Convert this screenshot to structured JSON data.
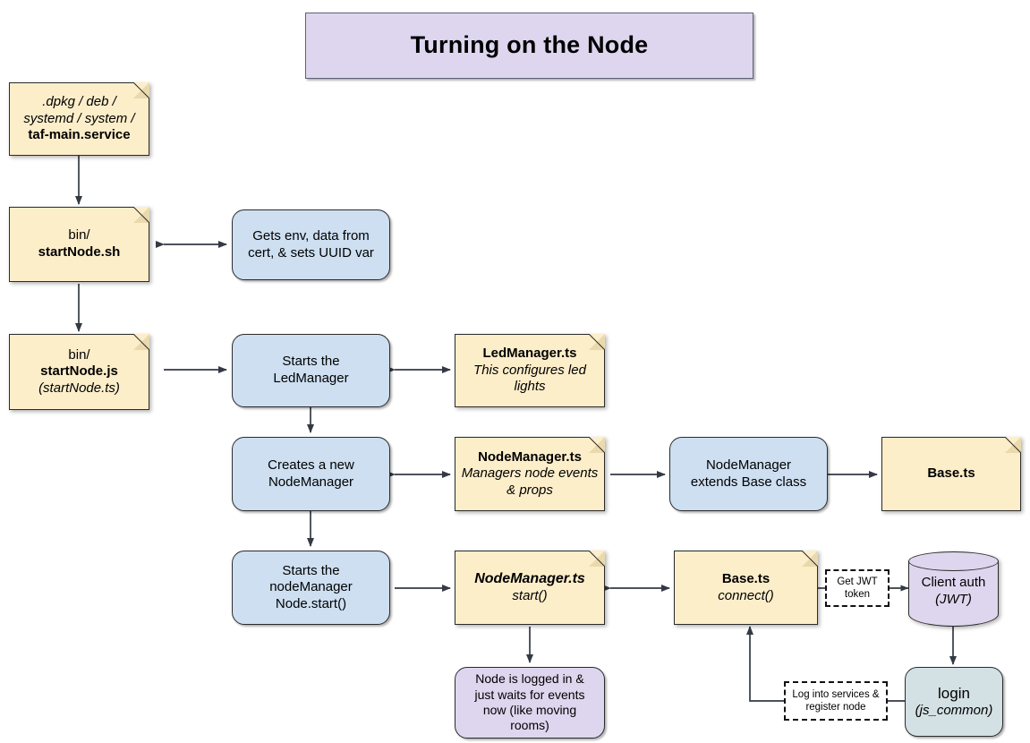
{
  "title": {
    "text": "Turning on the Node",
    "bg": "#ded6ee"
  },
  "palette": {
    "note_yellow": "#fdeeca",
    "process_blue": "#cddff1",
    "accent_purple": "#ded6ee",
    "accent_teal": "#d3e0e4",
    "stroke": "#2b2b2b",
    "canvas": "#ffffff"
  },
  "nodes": {
    "service_unit": {
      "line1": ".dpkg / deb /",
      "line2": "systemd / system /",
      "line3": "taf-main.service"
    },
    "start_node_sh": {
      "line1": "bin/",
      "line2": "startNode.sh"
    },
    "start_node_js": {
      "line1": "bin/",
      "line2": "startNode.js",
      "line3": "(startNode.ts)"
    },
    "gets_env": {
      "line1": "Gets env, data from",
      "line2": "cert, & sets UUID var"
    },
    "starts_ledmanager": {
      "line1": "Starts the",
      "line2": "LedManager"
    },
    "ledmanager_ts": {
      "line1": "LedManager.ts",
      "line2": "This configures led lights"
    },
    "creates_nodemanager": {
      "line1": "Creates a new",
      "line2": "NodeManager"
    },
    "nodemanager_ts": {
      "line1": "NodeManager.ts",
      "line2": "Managers node events & props"
    },
    "extends_base": {
      "line1": "NodeManager",
      "line2": "extends Base class"
    },
    "base_ts": {
      "line1": "Base.ts"
    },
    "starts_node_start": {
      "line1": "Starts the",
      "line2": "nodeManager",
      "line3": "Node.start()"
    },
    "nodemanager_start": {
      "line1": "NodeManager.ts",
      "line2": "start()"
    },
    "base_connect": {
      "line1": "Base.ts",
      "line2": "connect()"
    },
    "node_logged_in": {
      "line1": "Node is logged in &",
      "line2": "just waits for events",
      "line3": "now (like moving",
      "line4": "rooms)"
    },
    "client_auth": {
      "line1": "Client auth",
      "line2": "(JWT)"
    },
    "login": {
      "line1": "login",
      "line2": "(js_common)"
    }
  },
  "edge_labels": {
    "get_jwt_token": {
      "line1": "Get JWT",
      "line2": "token"
    },
    "log_into_services": {
      "line1": "Log into services &",
      "line2": "register node"
    }
  }
}
